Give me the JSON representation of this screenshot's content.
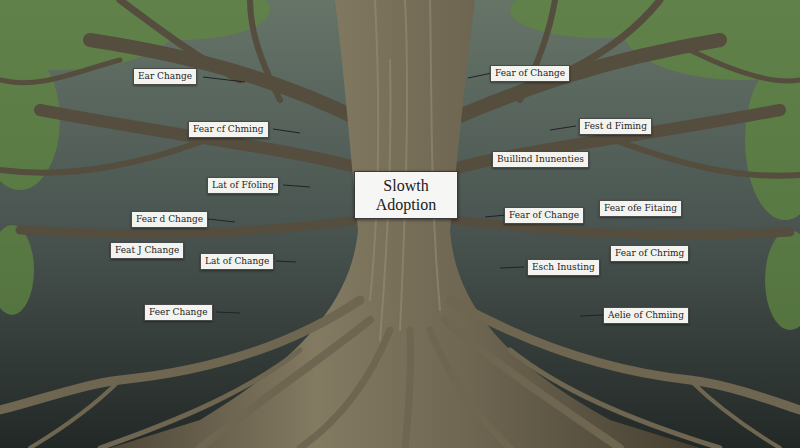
{
  "diagram": {
    "nodes": [
      {
        "text": [
          "Slowth Adoption"
        ]
      },
      {
        "text": [
          "Ear Change"
        ]
      },
      {
        "text": [
          "Fear of Change"
        ]
      },
      {
        "text": [
          "Fear cf Chming"
        ]
      },
      {
        "text": [
          "Fest d Fiming"
        ]
      },
      {
        "text": [
          "Buillind Inunenties"
        ]
      },
      {
        "text": [
          "Lat of Ffoling"
        ]
      },
      {
        "text": [
          "Fear ofe Fitaing"
        ]
      },
      {
        "text": [
          "Fear d Change"
        ]
      },
      {
        "text": [
          "Fear of Change"
        ]
      },
      {
        "text": [
          "Feat J Change"
        ]
      },
      {
        "text": [
          "Fear of Chrimg"
        ]
      },
      {
        "text": [
          "Lat of Change"
        ]
      },
      {
        "text": [
          "Esch Inusting"
        ]
      },
      {
        "text": [
          "Feer Change"
        ]
      },
      {
        "text": [
          "Aelie of Chmiing"
        ]
      }
    ]
  }
}
